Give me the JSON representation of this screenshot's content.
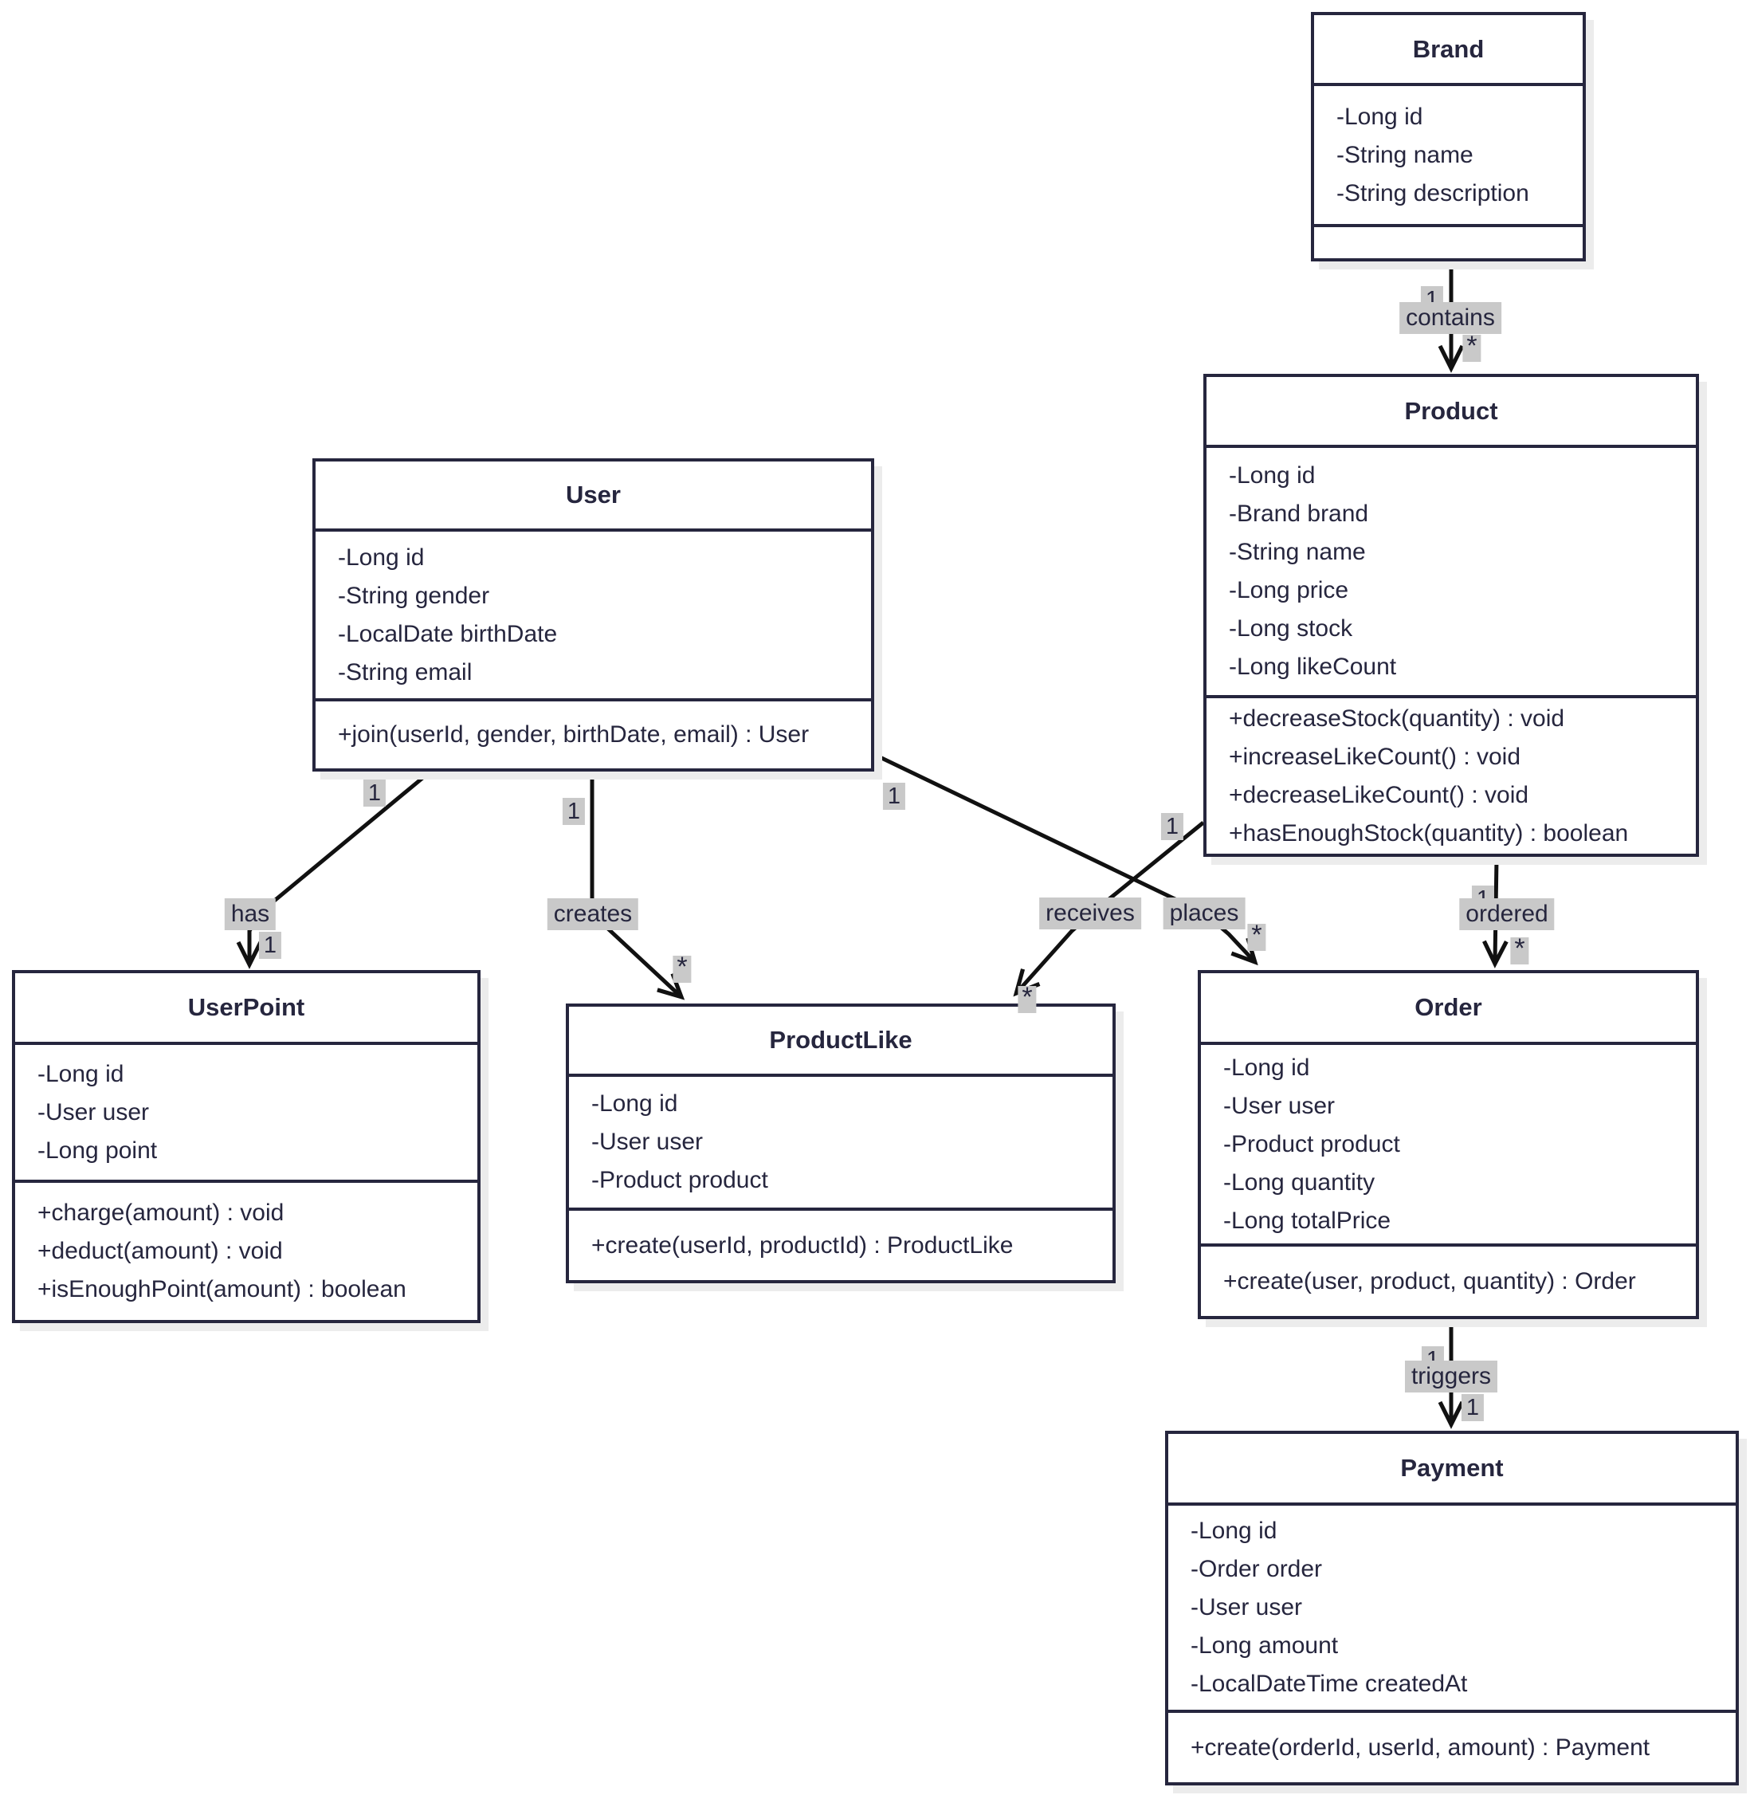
{
  "diagram": {
    "classes": [
      {
        "id": "brand",
        "title": "Brand",
        "attributes": [
          "-Long id",
          "-String name",
          "-String description"
        ],
        "methods": []
      },
      {
        "id": "product",
        "title": "Product",
        "attributes": [
          "-Long id",
          "-Brand brand",
          "-String name",
          "-Long price",
          "-Long stock",
          "-Long likeCount"
        ],
        "methods": [
          "+decreaseStock(quantity) : void",
          "+increaseLikeCount() : void",
          "+decreaseLikeCount() : void",
          "+hasEnoughStock(quantity) : boolean"
        ]
      },
      {
        "id": "user",
        "title": "User",
        "attributes": [
          "-Long id",
          "-String gender",
          "-LocalDate birthDate",
          "-String email"
        ],
        "methods": [
          "+join(userId, gender, birthDate, email) : User"
        ]
      },
      {
        "id": "userpoint",
        "title": "UserPoint",
        "attributes": [
          "-Long id",
          "-User user",
          "-Long point"
        ],
        "methods": [
          "+charge(amount) : void",
          "+deduct(amount) : void",
          "+isEnoughPoint(amount) : boolean"
        ]
      },
      {
        "id": "productlike",
        "title": "ProductLike",
        "attributes": [
          "-Long id",
          "-User user",
          "-Product product"
        ],
        "methods": [
          "+create(userId, productId) : ProductLike"
        ]
      },
      {
        "id": "order",
        "title": "Order",
        "attributes": [
          "-Long id",
          "-User user",
          "-Product product",
          "-Long quantity",
          "-Long totalPrice"
        ],
        "methods": [
          "+create(user, product, quantity) : Order"
        ]
      },
      {
        "id": "payment",
        "title": "Payment",
        "attributes": [
          "-Long id",
          "-Order order",
          "-User user",
          "-Long amount",
          "-LocalDateTime createdAt"
        ],
        "methods": [
          "+create(orderId, userId, amount) : Payment"
        ]
      }
    ],
    "relationships": [
      {
        "id": "contains",
        "label": "contains",
        "from": "Brand",
        "to": "Product",
        "from_card": "1",
        "to_card": "*"
      },
      {
        "id": "has",
        "label": "has",
        "from": "User",
        "to": "UserPoint",
        "from_card": "1",
        "to_card": "1"
      },
      {
        "id": "creates",
        "label": "creates",
        "from": "User",
        "to": "ProductLike",
        "from_card": "1",
        "to_card": "*"
      },
      {
        "id": "receives",
        "label": "receives",
        "from": "Product",
        "to": "ProductLike",
        "from_card": "1",
        "to_card": "*"
      },
      {
        "id": "places",
        "label": "places",
        "from": "User",
        "to": "Order",
        "from_card": "1",
        "to_card": "*"
      },
      {
        "id": "ordered",
        "label": "ordered",
        "from": "Product",
        "to": "Order",
        "from_card": "1",
        "to_card": "*"
      },
      {
        "id": "triggers",
        "label": "triggers",
        "from": "Order",
        "to": "Payment",
        "from_card": "1",
        "to_card": "1"
      }
    ],
    "colors": {
      "border": "#26263e",
      "text": "#26263e",
      "line": "#111111",
      "label_background": "#c9c9c9",
      "box_background": "#ffffff",
      "shadow": "#ececec",
      "page_background": "#ffffff"
    }
  }
}
